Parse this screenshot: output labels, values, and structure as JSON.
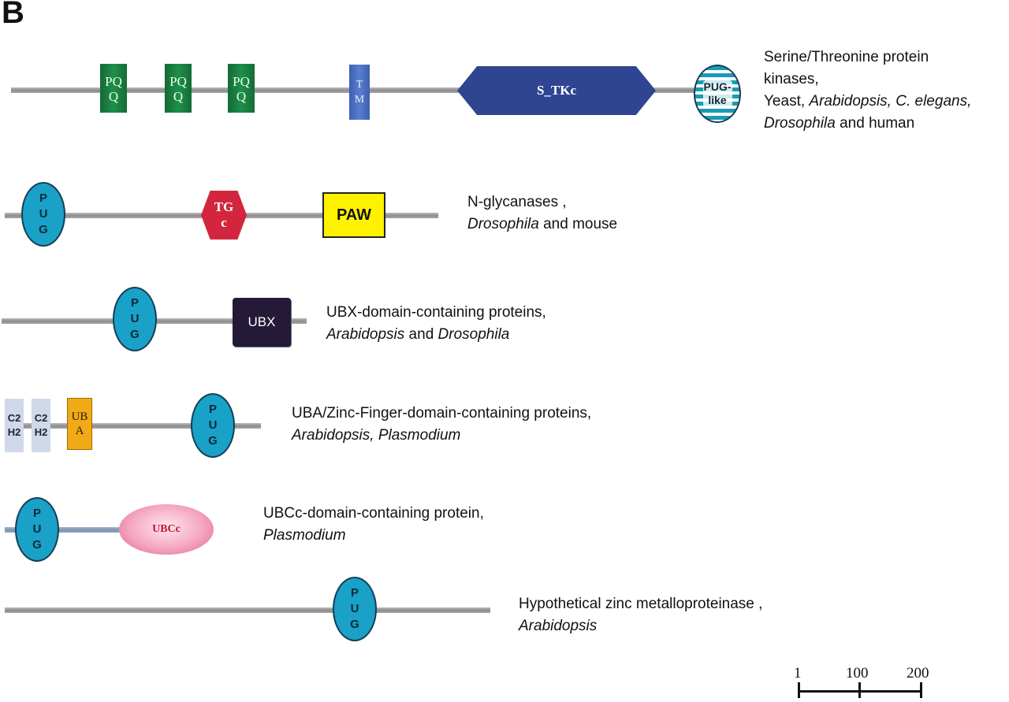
{
  "panel_label": "B",
  "domains": {
    "pqq_top": "PQ",
    "pqq_bottom": "Q",
    "tm_top": "T",
    "tm_bottom": "M",
    "s_tkc": "S_TKc",
    "pug_like_top": "PUG-",
    "pug_like_bottom": "like",
    "pug": [
      "P",
      "U",
      "G"
    ],
    "tgc_top": "TG",
    "tgc_bottom": "c",
    "paw": "PAW",
    "ubx": "UBX",
    "c2h2_top": "C2",
    "c2h2_bottom": "H2",
    "uba_top": "UB",
    "uba_bottom": "A",
    "ubcc": "UBCc"
  },
  "proteins": [
    {
      "line1": "Serine/Threonine protein",
      "line2": "kinases,",
      "line3_plain": "Yeast, ",
      "line3_italic": "Arabidopsis, C. elegans,",
      "line4_italic": "Drosophila",
      "line4_plain": " and human"
    },
    {
      "line1": "N-glycanases ,",
      "line2_italic": "Drosophila",
      "line2_plain": " and mouse"
    },
    {
      "line1": "UBX-domain-containing proteins,",
      "line2_italic": "Arabidopsis",
      "line2_plain": " and ",
      "line2_italic2": "Drosophila"
    },
    {
      "line1": "UBA/Zinc-Finger-domain-containing proteins,",
      "line2_italic": "Arabidopsis, Plasmodium"
    },
    {
      "line1": "UBCc-domain-containing protein,",
      "line2_italic": "Plasmodium"
    },
    {
      "line1": "Hypothetical zinc metalloproteinase ,",
      "line2_italic": "Arabidopsis"
    }
  ],
  "scale_bar": {
    "ticks": [
      "1",
      "100",
      "200"
    ]
  }
}
